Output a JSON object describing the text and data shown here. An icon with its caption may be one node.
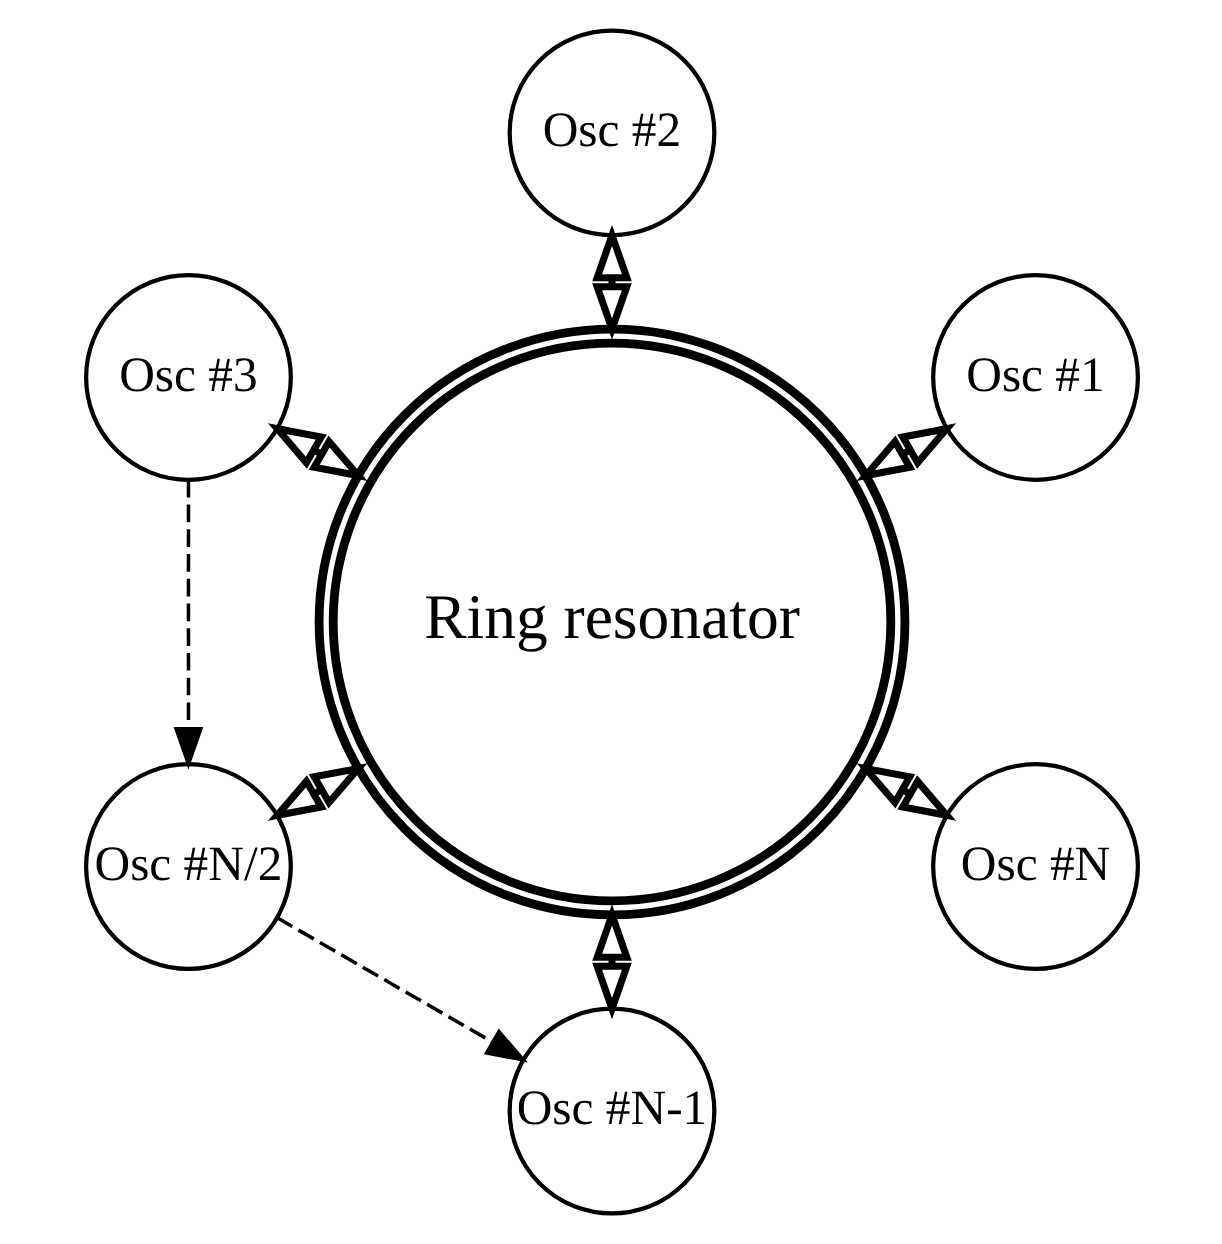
{
  "diagram": {
    "nodes": [
      {
        "text": [
          "Ring resonator"
        ]
      },
      {
        "text": [
          "Osc #1"
        ]
      },
      {
        "text": [
          "Osc #2"
        ]
      },
      {
        "text": [
          "Osc #3"
        ]
      },
      {
        "text": [
          "Osc #N/2"
        ]
      },
      {
        "text": [
          "Osc #N-1"
        ]
      },
      {
        "text": [
          "Osc #N"
        ]
      }
    ],
    "edges": [
      {
        "from": 0,
        "to": 1,
        "arrow": "both"
      },
      {
        "from": 0,
        "to": 2,
        "arrow": "both"
      },
      {
        "from": 0,
        "to": 3,
        "arrow": "both"
      },
      {
        "from": 0,
        "to": 4,
        "arrow": "both"
      },
      {
        "from": 0,
        "to": 5,
        "arrow": "both"
      },
      {
        "from": 0,
        "to": 6,
        "arrow": "both"
      },
      {
        "from": 3,
        "to": 4,
        "arrow": "to",
        "style": "dashed"
      },
      {
        "from": 4,
        "to": 5,
        "arrow": "to",
        "style": "dashed"
      }
    ]
  }
}
